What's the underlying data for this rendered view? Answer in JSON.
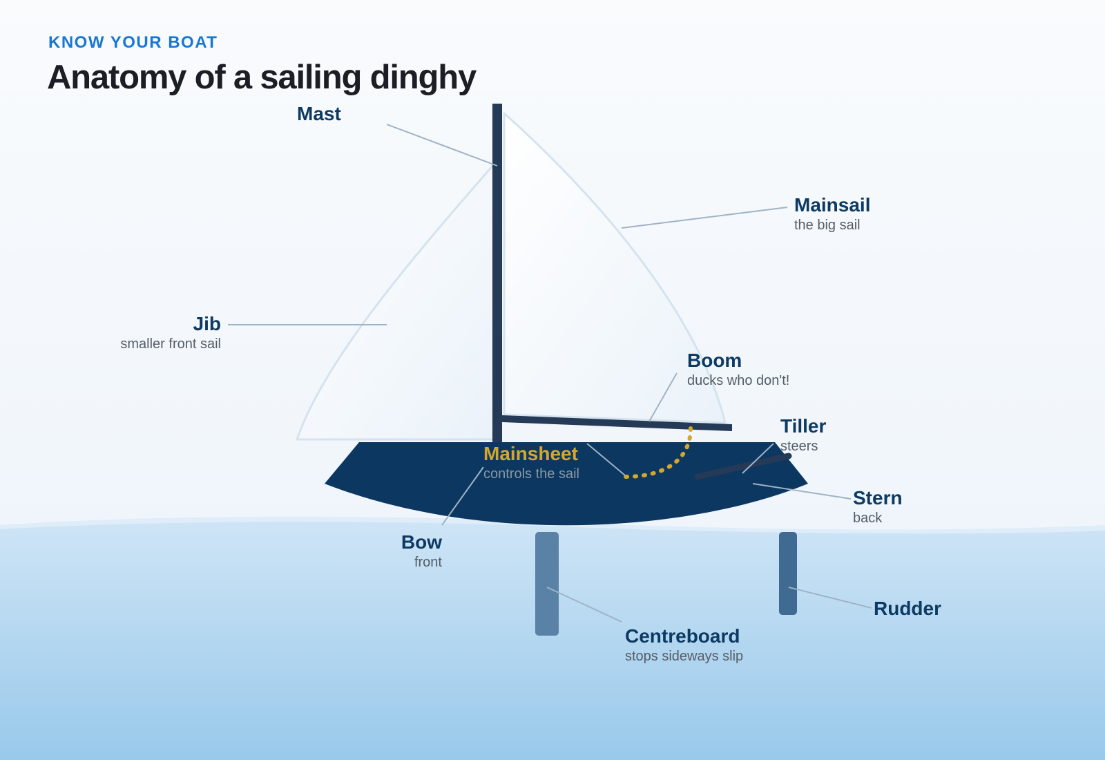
{
  "header": {
    "eyebrow": "KNOW YOUR BOAT",
    "title": "Anatomy of a sailing dinghy"
  },
  "colors": {
    "hull": "#0b3760",
    "mast": "#243a56",
    "sail_fill": "#ffffff",
    "sail_edge": "#d5e3ef",
    "mainsheet": "#d4a72c",
    "centreboard": "#5a82a6",
    "rudder": "#3f6b93",
    "water_top": "#cfe5f6",
    "water_bottom": "#99c9eb",
    "leader_line": "#9fb3c6",
    "label_name": "#0d3a62",
    "label_desc": "#555d66",
    "eyebrow": "#1877d2"
  },
  "parts": {
    "mast": {
      "name": "Mast"
    },
    "mainsail": {
      "name": "Mainsail",
      "desc": "the big sail"
    },
    "jib": {
      "name": "Jib",
      "desc": "smaller front sail"
    },
    "boom": {
      "name": "Boom",
      "desc": "ducks who don't!"
    },
    "tiller": {
      "name": "Tiller",
      "desc": "steers"
    },
    "mainsheet": {
      "name": "Mainsheet",
      "desc": "controls the sail"
    },
    "stern": {
      "name": "Stern",
      "desc": "back"
    },
    "bow": {
      "name": "Bow",
      "desc": "front"
    },
    "rudder": {
      "name": "Rudder"
    },
    "centreboard": {
      "name": "Centreboard",
      "desc": "stops sideways slip"
    }
  }
}
